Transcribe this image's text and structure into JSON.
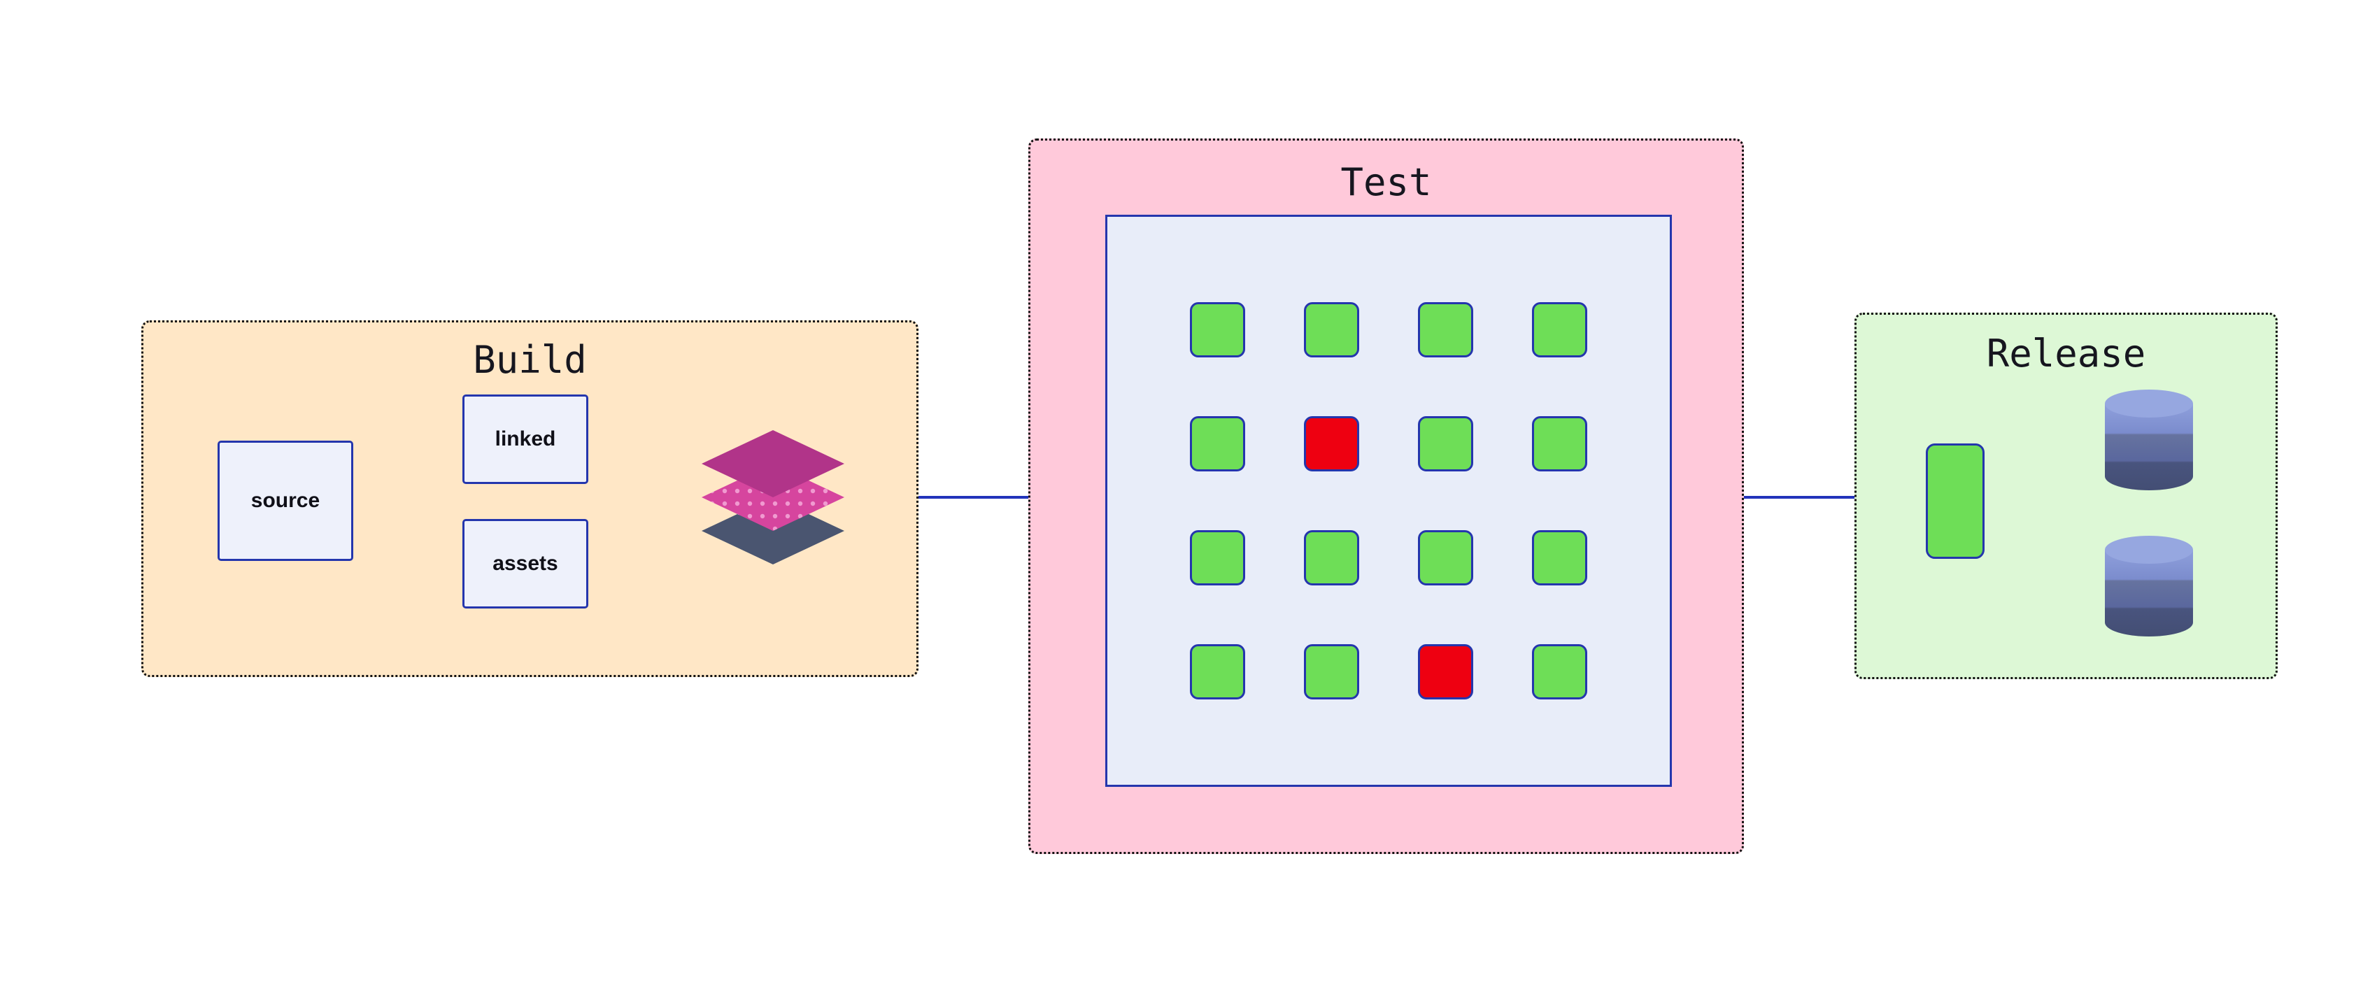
{
  "diagram_title": "build-test-release-pipeline",
  "build": {
    "title": "Build",
    "nodes": [
      {
        "id": "source",
        "label": "source"
      },
      {
        "id": "linked",
        "label": "linked"
      },
      {
        "id": "assets",
        "label": "assets"
      }
    ],
    "artifact_icon": "layers-stack-icon"
  },
  "test": {
    "title": "Test",
    "grid": {
      "rows": 4,
      "cols": 4,
      "cells": [
        "pass",
        "pass",
        "pass",
        "pass",
        "pass",
        "fail",
        "pass",
        "pass",
        "pass",
        "pass",
        "pass",
        "pass",
        "pass",
        "pass",
        "fail",
        "pass"
      ]
    }
  },
  "release": {
    "title": "Release",
    "artifact_icon": "release-package",
    "targets": [
      "database-icon-1",
      "database-icon-2"
    ]
  },
  "colors": {
    "build_bg": "#ffe7c6",
    "test_bg": "#ffc9da",
    "release_bg": "#ddf8d6",
    "panel_bg": "#e8edf9",
    "node_bg": "#eef1fb",
    "blue_stroke": "#2436ad",
    "arrow": "#2233bb",
    "pass_green": "#6ede57",
    "fail_red": "#ee0011",
    "layer_top": "#b13489",
    "layer_middle": "#d6459e",
    "layer_bottom": "#4a5570",
    "db_light": "#8fa0dc",
    "db_dark": "#434e74",
    "section_border": "#111111"
  }
}
